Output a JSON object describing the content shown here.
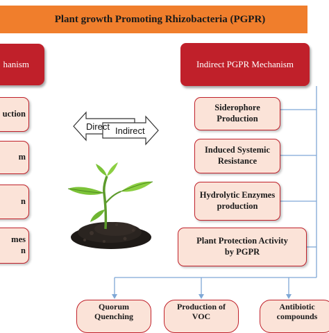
{
  "title": "Plant growth Promoting Rhizobacteria (PGPR)",
  "left_mechanism": "hanism",
  "right_mechanism": "Indirect PGPR Mechanism",
  "left_boxes": [
    "uction",
    "m",
    "n",
    "mes\nn"
  ],
  "right_boxes": [
    "Siderophore\nProduction",
    "Induced Systemic\nResistance",
    "Hydrolytic Enzymes\nproduction",
    "Plant Protection Activity\nby PGPR"
  ],
  "arrows": {
    "direct": "Direct",
    "indirect": "Indirect"
  },
  "bottom_pills": [
    "Quorum\nQuenching",
    "Production of\nVOC",
    "Antibiotic\ncompounds"
  ],
  "colors": {
    "title_bg": "#f07e2c",
    "mechanism_bg": "#c0202a",
    "box_bg": "#fbe3d8",
    "connector": "#7fa8d6"
  },
  "icons": {
    "center_image": "seedling-in-soil-illustration"
  }
}
